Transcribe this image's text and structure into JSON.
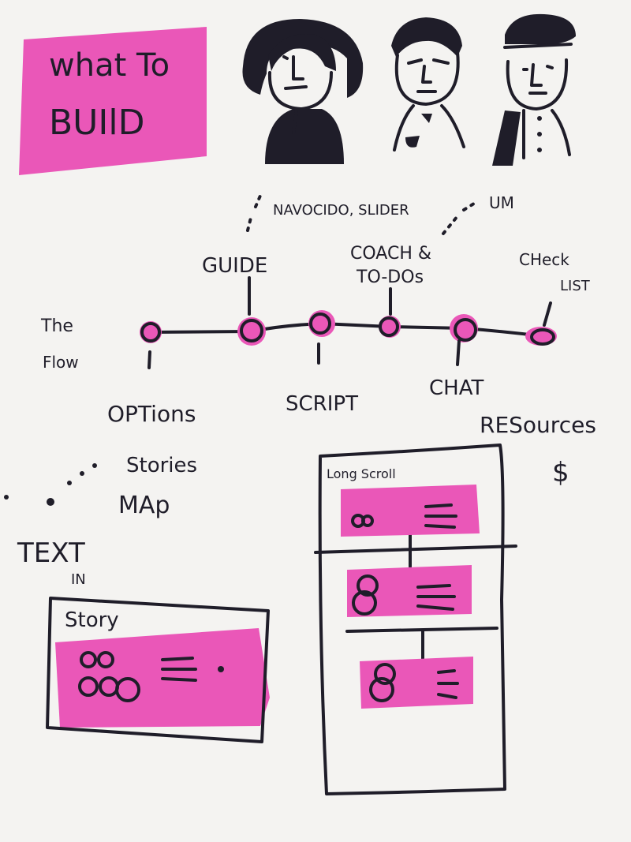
{
  "title": {
    "line1": "what To",
    "line2": "BUIlD"
  },
  "colors": {
    "accent": "#ea57b8",
    "ink": "#1f1d29",
    "paper": "#f4f3f1"
  },
  "people": [
    {
      "name": "person-1"
    },
    {
      "name": "person-2"
    },
    {
      "name": "person-3"
    }
  ],
  "flow": {
    "label_line1": "The",
    "label_line2": "Flow",
    "nodes_above": {
      "guide": "GUIDE",
      "coach_line1": "COACH &",
      "coach_line2": "TO-DOs",
      "checklist_line1": "CHeck",
      "checklist_line2": "LIST"
    },
    "nodes_below": {
      "options": "OPTions",
      "script": "SCRIPT",
      "chat": "CHAT",
      "resources": "RESources",
      "dollar": "$"
    },
    "notes": {
      "guide_note": "NAVOCIDO, SLIDER",
      "coach_note": "UM"
    }
  },
  "options_branch": {
    "stories": "Stories",
    "map": "MAp",
    "text_in_line1": "TEXT",
    "text_in_line2": "IN"
  },
  "story_card": {
    "label": "Story"
  },
  "long_scroll": {
    "label": "Long Scroll"
  }
}
